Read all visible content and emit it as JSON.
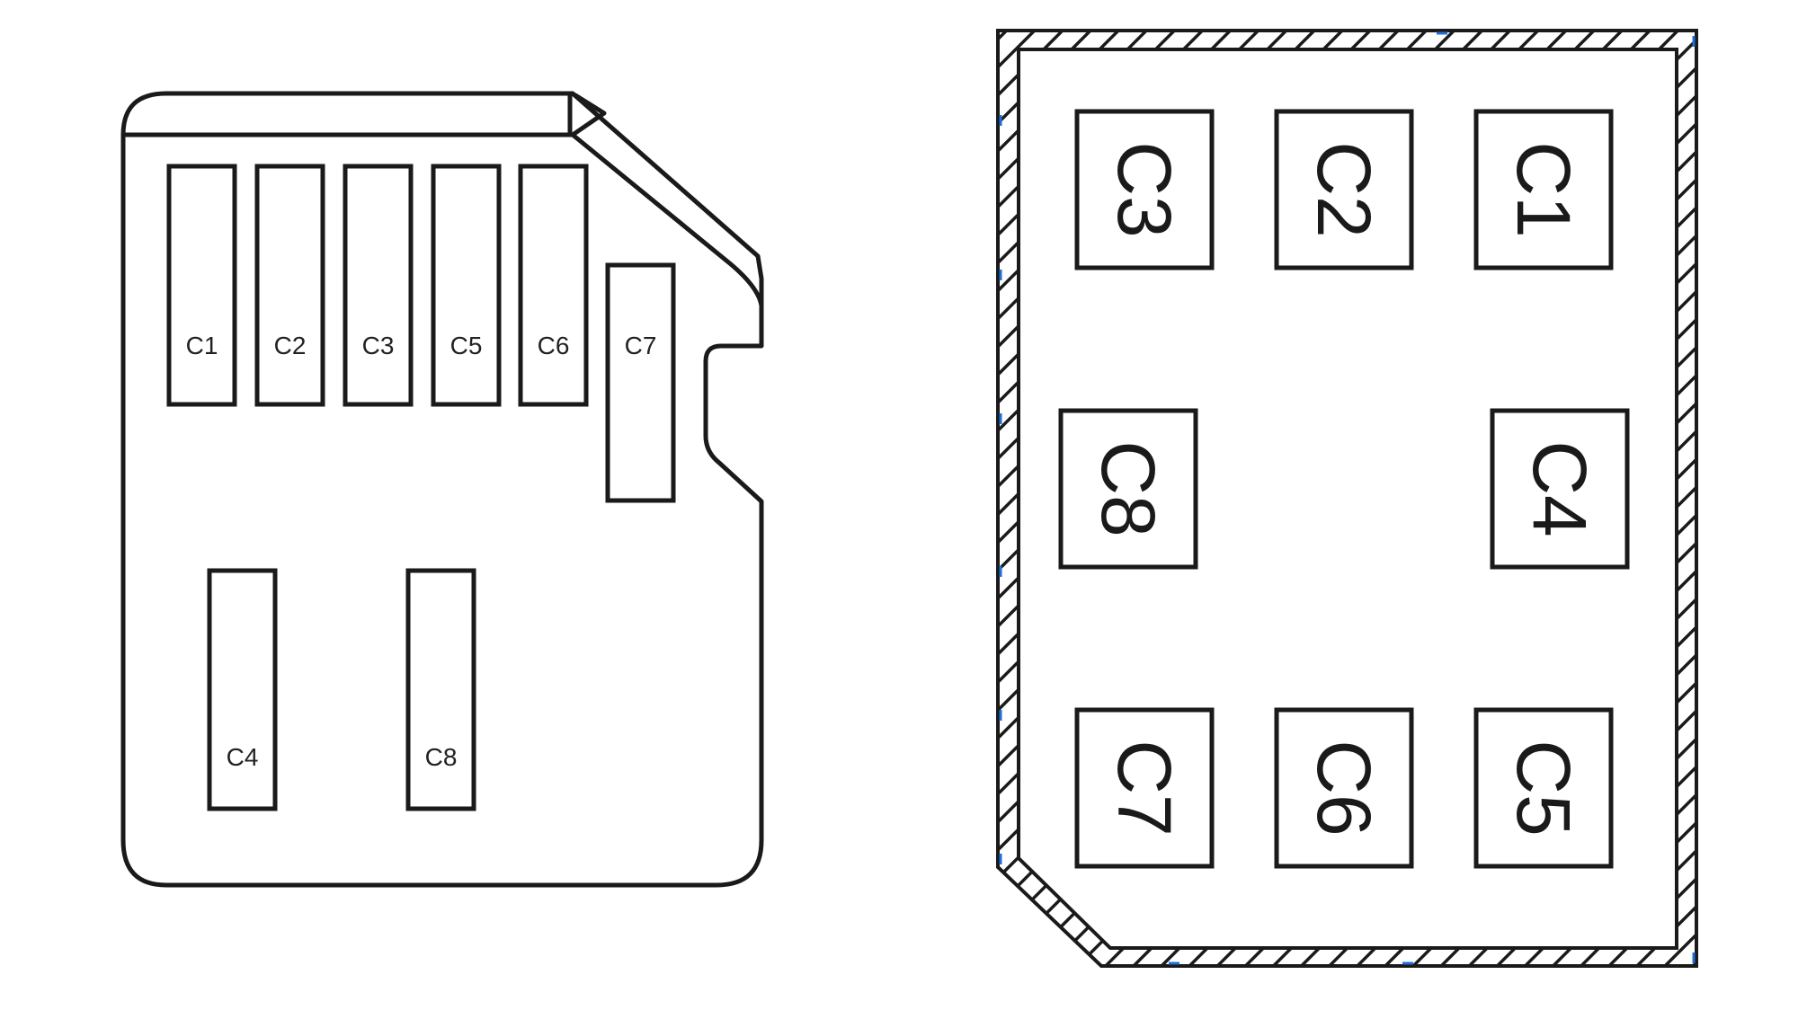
{
  "colors": {
    "stroke": "#1a1a1a",
    "hatch": "#1a1a1a",
    "accent_marks": "#1e6fd9",
    "background": "#ffffff"
  },
  "sd_card": {
    "contacts": [
      {
        "id": "sd-c1",
        "label": "C1"
      },
      {
        "id": "sd-c2",
        "label": "C2"
      },
      {
        "id": "sd-c3",
        "label": "C3"
      },
      {
        "id": "sd-c5",
        "label": "C5"
      },
      {
        "id": "sd-c6",
        "label": "C6"
      },
      {
        "id": "sd-c7",
        "label": "C7"
      },
      {
        "id": "sd-c4",
        "label": "C4"
      },
      {
        "id": "sd-c8",
        "label": "C8"
      }
    ]
  },
  "sim_card": {
    "label_orientation": "rotated 90 degrees clockwise",
    "rows": [
      [
        {
          "id": "sim-c3",
          "label": "C3"
        },
        {
          "id": "sim-c2",
          "label": "C2"
        },
        {
          "id": "sim-c1",
          "label": "C1"
        }
      ],
      [
        {
          "id": "sim-c8",
          "label": "C8"
        },
        {
          "id": "sim-c4",
          "label": "C4"
        }
      ],
      [
        {
          "id": "sim-c7",
          "label": "C7"
        },
        {
          "id": "sim-c6",
          "label": "C6"
        },
        {
          "id": "sim-c5",
          "label": "C5"
        }
      ]
    ]
  }
}
